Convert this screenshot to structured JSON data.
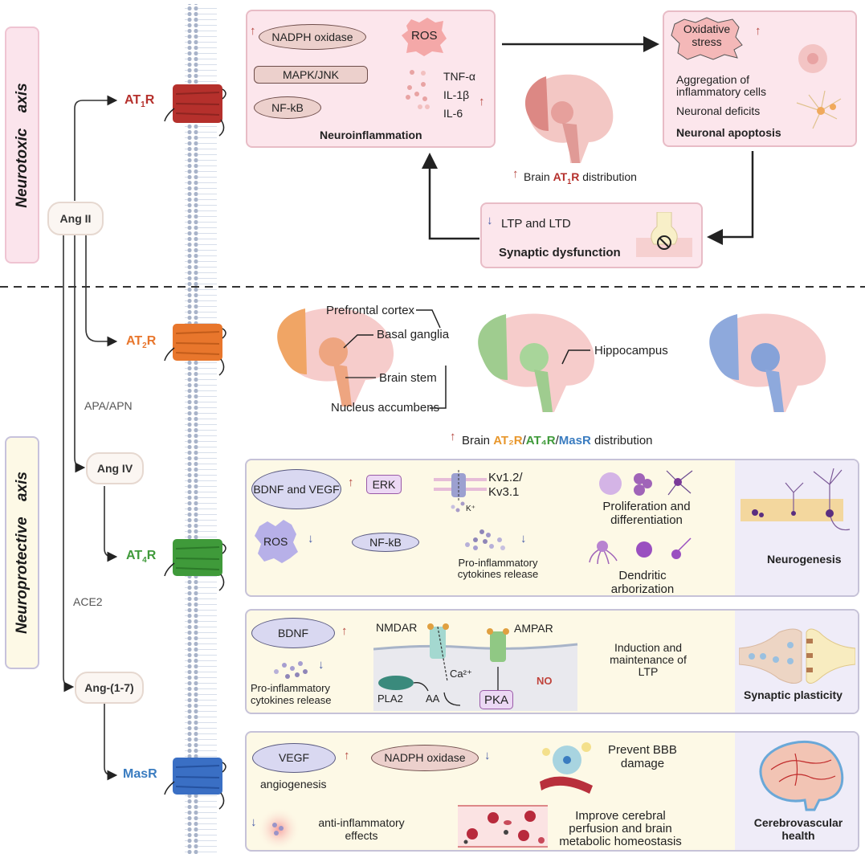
{
  "axes": {
    "neurotoxic": "Neurotoxic axis",
    "neuroprotective": "Neuroprotective axis"
  },
  "peptides": {
    "ang2": "Ang II",
    "ang4": "Ang IV",
    "ang17": "Ang-(1-7)"
  },
  "enzymes": {
    "apa_apn": "APA/APN",
    "ace2": "ACE2"
  },
  "receptors": {
    "at1r": {
      "base": "AT",
      "sub": "1",
      "tail": "R",
      "color": "#b5302c"
    },
    "at2r": {
      "base": "AT",
      "sub": "2",
      "tail": "R",
      "color": "#e8762c"
    },
    "at4r": {
      "base": "AT",
      "sub": "4",
      "tail": "R",
      "color": "#3f9a3a"
    },
    "masr": {
      "base": "MasR",
      "color": "#3a7cc0"
    }
  },
  "neuroinflammation": {
    "nadph": "NADPH oxidase",
    "ros": "ROS",
    "mapk": "MAPK/JNK",
    "nfkb": "NF-kB",
    "cytokines": [
      "TNF-α",
      "IL-1β",
      "IL-6"
    ],
    "title": "Neuroinflammation"
  },
  "apoptosis_box": {
    "oxidative": "Oxidative stress",
    "aggregation": "Aggregation of inflammatory cells",
    "deficits": "Neuronal deficits",
    "title": "Neuronal apoptosis"
  },
  "brain_at1r": {
    "prefix": "Brain ",
    "rec_base": "AT",
    "rec_sub": "1",
    "rec_tail": "R",
    "suffix": " distribution"
  },
  "synaptic_dys": {
    "ltp": "LTP and LTD",
    "title": "Synaptic dysfunction"
  },
  "brain_regions": {
    "prefrontal": "Prefrontal cortex",
    "basal": "Basal ganglia",
    "stem": "Brain stem",
    "hippocampus": "Hippocampus",
    "nucleus": "Nucleus accumbens"
  },
  "brain_protective": {
    "prefix": "Brain ",
    "at2": "AT₂R",
    "slash1": "/",
    "at4": "AT₄R",
    "slash2": "/",
    "mas": "MasR",
    "suffix": " distribution"
  },
  "neurogenesis_box": {
    "bdnf_vegf": "BDNF and VEGF",
    "erk": "ERK",
    "kv1": "Kv1.2/",
    "kv2": "Kv3.1",
    "kplus": "K⁺",
    "ros": "ROS",
    "nfkb": "NF-kB",
    "cytokines": "Pro-inflammatory cytokines release",
    "prolif": "Proliferation and differentiation",
    "dendritic": "Dendritic arborization",
    "title": "Neurogenesis"
  },
  "plasticity_box": {
    "bdnf": "BDNF",
    "cytokines": "Pro-inflammatory cytokines release",
    "nmdar": "NMDAR",
    "ampar": "AMPAR",
    "ca": "Ca²⁺",
    "pla2": "PLA2",
    "aa": "AA",
    "pka": "PKA",
    "no": "NO",
    "ltp": "Induction and maintenance of LTP",
    "title": "Synaptic plasticity"
  },
  "vascular_box": {
    "vegf": "VEGF",
    "angiogenesis": "angiogenesis",
    "nadph": "NADPH oxidase",
    "antiinfl": "anti-inflammatory effects",
    "bbb": "Prevent BBB damage",
    "perfusion": "Improve cerebral perfusion and brain metabolic homeostasis",
    "title": "Cerebrovascular health"
  },
  "colors": {
    "up_arrow": "#b5473f",
    "down_arrow": "#4a5ea8",
    "toxic_bg": "#fce6ec",
    "protective_bg": "#fdf9e6",
    "panel_bg": "#efecf8"
  }
}
